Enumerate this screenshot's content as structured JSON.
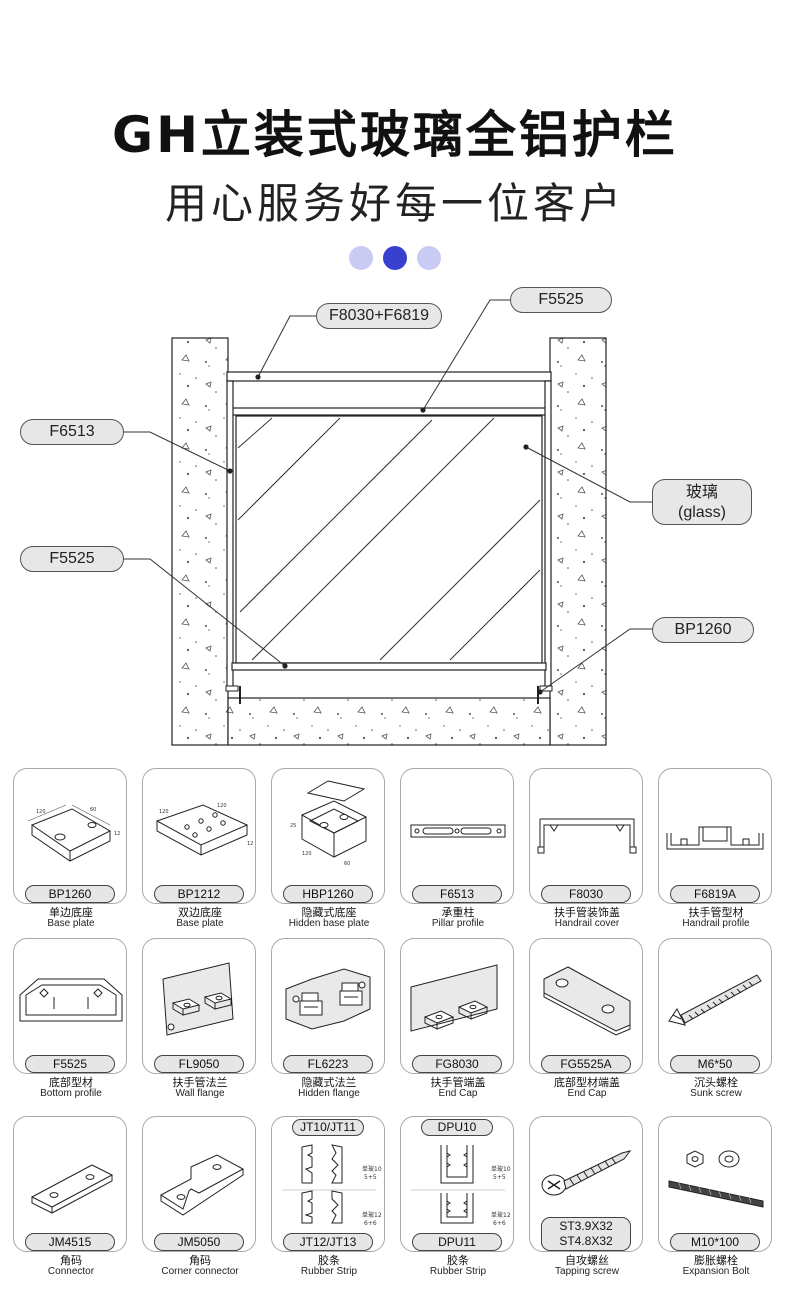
{
  "header": {
    "title": "GH立装式玻璃全铝护栏",
    "subtitle": "用心服务好每一位客户"
  },
  "diagram": {
    "callouts": {
      "handrail": "F8030+F6819",
      "top_profile": "F5525",
      "pillar": "F6513",
      "bottom_profile": "F5525",
      "glass_cn": "玻璃",
      "glass_en": "(glass)",
      "base_plate": "BP1260"
    }
  },
  "parts": [
    {
      "code": "BP1260",
      "cn": "单边底座",
      "en": "Base plate",
      "icon": "single-base-plate-icon"
    },
    {
      "code": "BP1212",
      "cn": "双边底座",
      "en": "Base plate",
      "icon": "double-base-plate-icon"
    },
    {
      "code": "HBP1260",
      "cn": "隐藏式底座",
      "en": "Hidden base plate",
      "icon": "hidden-base-plate-icon"
    },
    {
      "code": "F6513",
      "cn": "承重柱",
      "en": "Pillar profile",
      "icon": "pillar-profile-icon"
    },
    {
      "code": "F8030",
      "cn": "扶手管装饰盖",
      "en": "Handrail cover",
      "icon": "handrail-cover-icon"
    },
    {
      "code": "F6819A",
      "cn": "扶手管型材",
      "en": "Handrail profile",
      "icon": "handrail-profile-icon"
    },
    {
      "code": "F5525",
      "cn": "底部型材",
      "en": "Bottom profile",
      "icon": "bottom-profile-icon"
    },
    {
      "code": "FL9050",
      "cn": "扶手管法兰",
      "en": "Wall flange",
      "icon": "wall-flange-icon"
    },
    {
      "code": "FL6223",
      "cn": "隐藏式法兰",
      "en": "Hidden flange",
      "icon": "hidden-flange-icon"
    },
    {
      "code": "FG8030",
      "cn": "扶手管端盖",
      "en": "End Cap",
      "icon": "handrail-end-cap-icon"
    },
    {
      "code": "FG5525A",
      "cn": "底部型材端盖",
      "en": "End Cap",
      "icon": "bottom-end-cap-icon"
    },
    {
      "code": "M6*50",
      "cn": "沉头螺栓",
      "en": "Sunk screw",
      "icon": "sunk-screw-icon"
    },
    {
      "code": "JM4515",
      "cn": "角码",
      "en": "Connector",
      "icon": "connector-icon"
    },
    {
      "code": "JM5050",
      "cn": "角码",
      "en": "Corner connector",
      "icon": "corner-connector-icon"
    },
    {
      "code": "JT12/JT13",
      "tag": "JT10/JT11",
      "cn": "胶条",
      "en": "Rubber Strip",
      "icon": "rubber-strip-icon",
      "note1a": "单玻10",
      "note1b": "5+5",
      "note2a": "单玻12",
      "note2b": "6+6"
    },
    {
      "code": "DPU11",
      "tag": "DPU10",
      "cn": "胶条",
      "en": "Rubber Strip",
      "icon": "u-rubber-strip-icon",
      "note1a": "单玻10",
      "note1b": "5+5",
      "note2a": "单玻12",
      "note2b": "6+6"
    },
    {
      "code": "ST3.9X32",
      "code2": "ST4.8X32",
      "cn": "自攻螺丝",
      "en": "Tapping screw",
      "icon": "tapping-screw-icon"
    },
    {
      "code": "M10*100",
      "cn": "膨胀螺栓",
      "en": "Expansion Bolt",
      "icon": "expansion-bolt-icon"
    }
  ]
}
